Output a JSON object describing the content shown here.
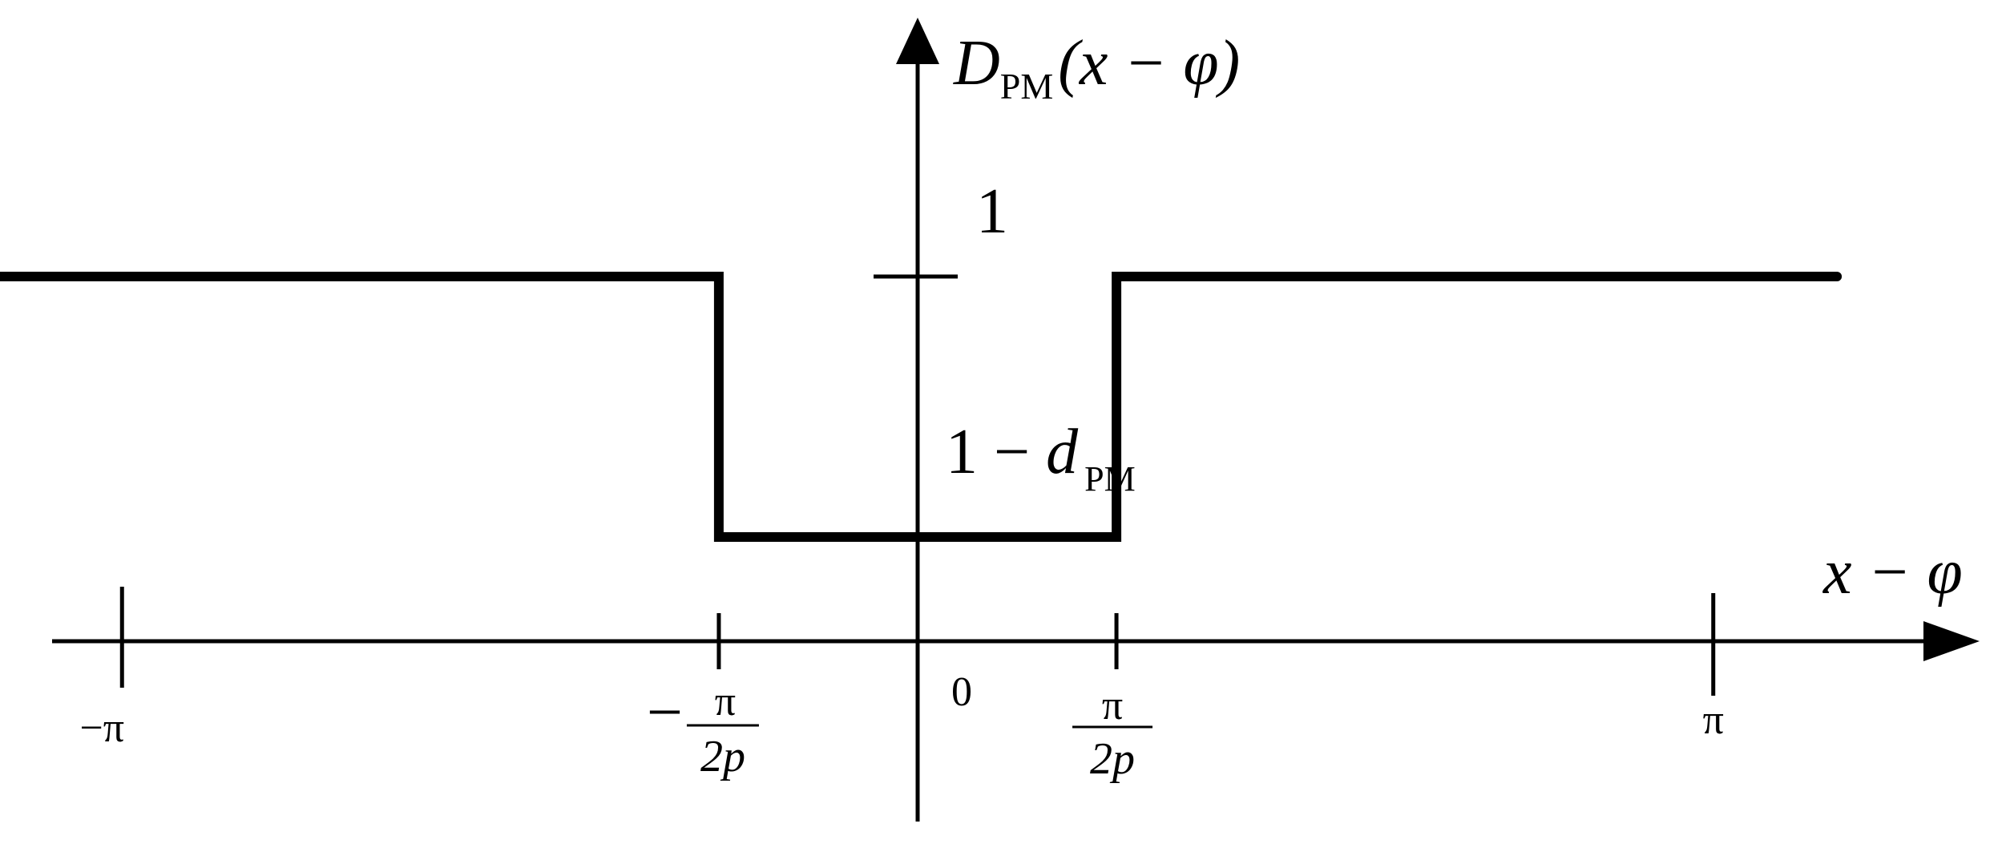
{
  "chart_data": {
    "type": "line",
    "title": "",
    "xlabel": "x − φ",
    "ylabel": {
      "main": "D",
      "sub": "PM",
      "arg": "(x − φ)"
    },
    "x_ticks": [
      {
        "value": -3.14159,
        "label": "−π"
      },
      {
        "value": -0.785,
        "label": "−",
        "num": "π",
        "den": "2p"
      },
      {
        "value": 0,
        "label": "0"
      },
      {
        "value": 0.785,
        "label": "",
        "num": "π",
        "den": "2p"
      },
      {
        "value": 3.14159,
        "label": "π"
      }
    ],
    "y_ticks": [
      {
        "value": 1.0,
        "label": "1"
      },
      {
        "value": 0.35,
        "label": "1 − ",
        "var": "d",
        "sub": "PM"
      }
    ],
    "series": [
      {
        "x": [
          -3.63,
          -0.785,
          -0.785,
          0.785,
          0.785,
          3.63
        ],
        "y": [
          1.0,
          1.0,
          0.35,
          0.35,
          1.0,
          1.0
        ]
      }
    ]
  }
}
